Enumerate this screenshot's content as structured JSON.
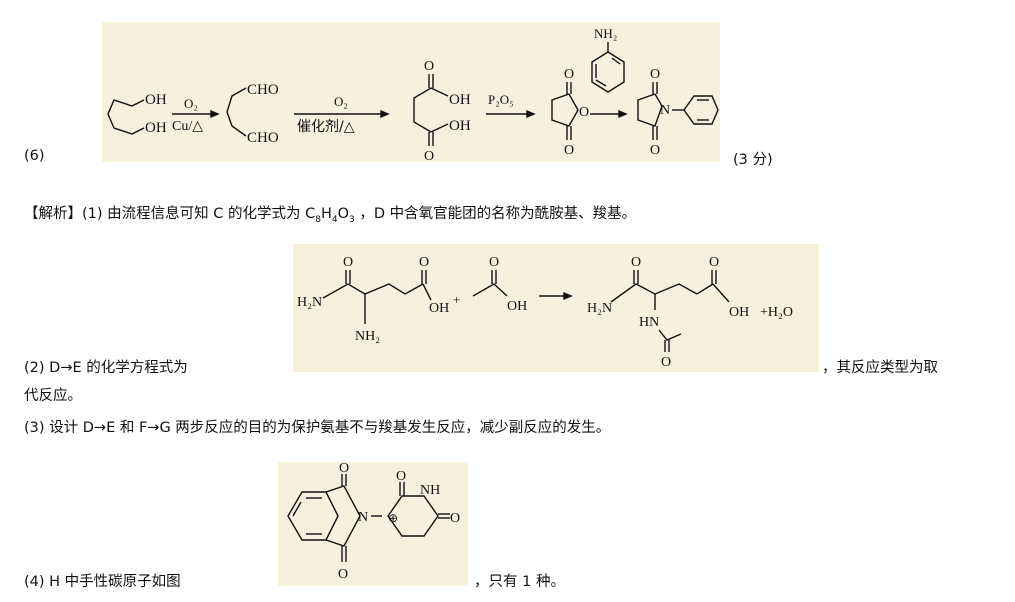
{
  "item6": {
    "label": "(6)",
    "score": "(3 分)",
    "diagram": {
      "reactant_groups": [
        "OH",
        "OH"
      ],
      "arrow1": {
        "above": "O₂",
        "below": "Cu/△"
      },
      "aldehyde_groups": [
        "CHO",
        "CHO"
      ],
      "arrow2": {
        "above": "O₂",
        "below": "催化剂/△"
      },
      "acid_atoms": [
        "O",
        "OH",
        "OH",
        "O"
      ],
      "arrow3": {
        "above": "P₂O₅"
      },
      "anhydride_atoms": [
        "O",
        "O",
        "O"
      ],
      "aniline_group": "NH₂",
      "imide_atoms": [
        "O",
        "N",
        "O"
      ]
    }
  },
  "analysis": {
    "line1_prefix": "【解析】(1) 由流程信息可知 C 的化学式为",
    "formula": {
      "c": "C",
      "c_n": "8",
      "h": "H",
      "h_n": "4",
      "o": "O",
      "o_n": "3"
    },
    "line1_suffix": "，D 中含氧官能团的名称为酰胺基、羧基。",
    "line2_prefix": "(2) D→E 的化学方程式为",
    "line2_suffix": "，其反应类型为取",
    "line2_cont": "代反应。",
    "eq": {
      "atoms_left": [
        "O",
        "O",
        "H₂N",
        "OH",
        "NH₂",
        "+",
        "O",
        "OH"
      ],
      "atoms_right": [
        "O",
        "O",
        "H₂N",
        "HN",
        "OH",
        "+H₂O",
        "O"
      ]
    },
    "line3": "(3) 设计 D→E 和 F→G 两步反应的目的为保护氨基不与羧基发生反应，减少副反应的发生。",
    "line4_prefix": "(4) H 中手性碳原子如图",
    "line4_suffix": "，只有 1 种。",
    "h_mol": {
      "atoms": [
        "O",
        "O",
        "NH",
        "N",
        "O",
        "O"
      ],
      "chiral_mark": "⊕"
    }
  }
}
